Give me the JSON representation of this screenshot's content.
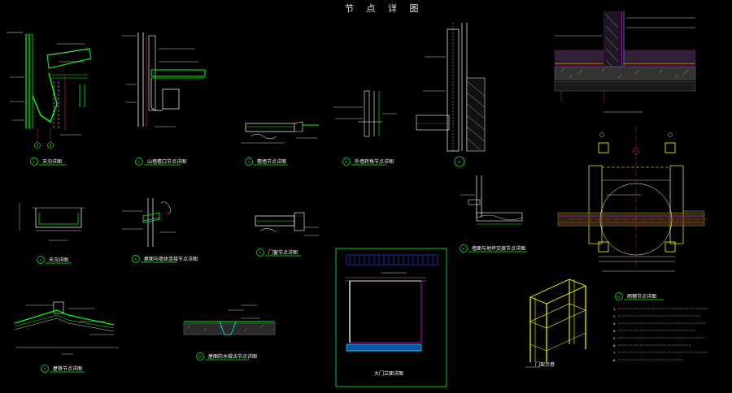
{
  "sheet": {
    "title": "节 点 详 图",
    "background": "#000000",
    "colors": {
      "outline": "#00ff00",
      "bright": "#ffffff",
      "accent_yellow": "#ffff00",
      "accent_magenta": "#ff00ff",
      "accent_cyan": "#00ffff",
      "accent_red": "#ff3030"
    }
  },
  "details": [
    {
      "id": "d1",
      "number": "1",
      "title": "天沟详图"
    },
    {
      "id": "d2",
      "number": "2",
      "title": "山墙檐口节点详图"
    },
    {
      "id": "d3",
      "number": "3",
      "title": "天沟详图"
    },
    {
      "id": "d4",
      "number": "4",
      "title": "屋面与墙体连接节点详图"
    },
    {
      "id": "d5",
      "number": "5",
      "title": "檐墙节点详图"
    },
    {
      "id": "d6",
      "number": "6",
      "title": "外墙转角节点详图"
    },
    {
      "id": "d7",
      "number": "7",
      "title": "门窗节点详图"
    },
    {
      "id": "d8",
      "number": "8",
      "title": "墙面与地坪交接节点详图"
    },
    {
      "id": "d9",
      "number": "9",
      "title": "屋脊节点详图"
    },
    {
      "id": "d10",
      "number": "10",
      "title": "屋面防水做法节点详图"
    },
    {
      "id": "d11",
      "number": "11",
      "title": ""
    },
    {
      "id": "d12",
      "number": "12",
      "title": "雨棚节点详图"
    }
  ],
  "axis_markers": [
    "A",
    "B",
    "A",
    "B"
  ],
  "door_elevation_title": "大门立面详图",
  "frame_label": "门架示意",
  "note_lines": [
    "1.",
    "2.",
    "3.",
    "4.",
    "5.",
    "6.",
    "7.",
    "8."
  ]
}
